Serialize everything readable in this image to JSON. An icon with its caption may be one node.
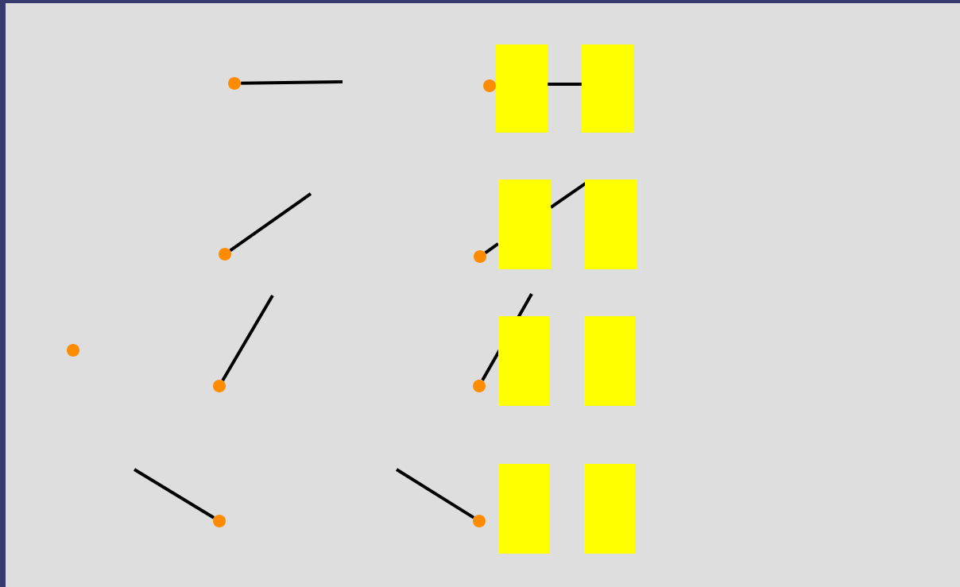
{
  "diagram": {
    "nodes": [
      {
        "text": [],
        "shape": "circle"
      },
      {
        "text": [],
        "shape": "circle"
      },
      {
        "text": [],
        "shape": "box"
      },
      {
        "text": [],
        "shape": "box"
      },
      {
        "text": [],
        "shape": "box"
      },
      {
        "text": [],
        "shape": "box"
      },
      {
        "text": [],
        "shape": "circle"
      },
      {
        "text": [],
        "shape": "circle"
      },
      {
        "text": [],
        "shape": "box"
      },
      {
        "text": [],
        "shape": "box"
      },
      {
        "text": [],
        "shape": "circle"
      },
      {
        "text": [],
        "shape": "circle"
      },
      {
        "text": [],
        "shape": "circle"
      },
      {
        "text": [],
        "shape": "box"
      },
      {
        "text": [],
        "shape": "box"
      },
      {
        "text": [],
        "shape": "circle"
      },
      {
        "text": [],
        "shape": "circle"
      }
    ],
    "edges": [
      {
        "from": 0,
        "to": null,
        "arrow": "none"
      },
      {
        "from": 2,
        "to": 3,
        "arrow": "none"
      },
      {
        "from": 6,
        "to": null,
        "arrow": "none"
      },
      {
        "from": 7,
        "to": 4,
        "arrow": "none"
      },
      {
        "from": 4,
        "to": 5,
        "arrow": "none"
      },
      {
        "from": 11,
        "to": null,
        "arrow": "none"
      },
      {
        "from": 12,
        "to": null,
        "arrow": "none"
      },
      {
        "from": 15,
        "to": null,
        "arrow": "none"
      },
      {
        "from": 16,
        "to": null,
        "arrow": "none"
      }
    ]
  }
}
